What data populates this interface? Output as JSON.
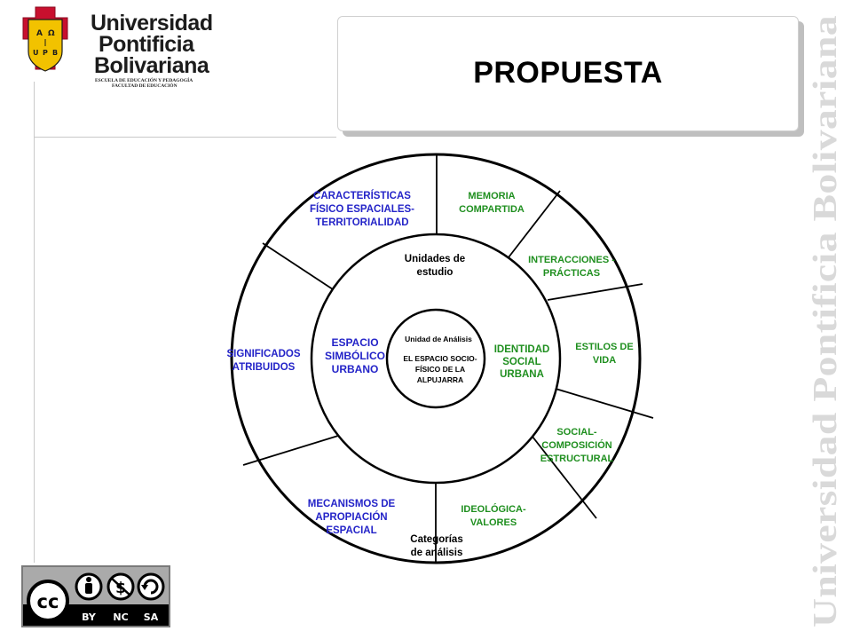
{
  "logo": {
    "shield_letters": [
      "A",
      "Ω",
      "U",
      "P",
      "B"
    ],
    "line1": "Universidad",
    "line2": "Pontificia",
    "line3": "Bolivariana",
    "sub1": "ESCUELA DE EDUCACIÓN Y PEDAGOGÍA",
    "sub2": "FACULTAD DE EDUCACIÓN"
  },
  "title": "PROPUESTA",
  "watermark": "Universidad Pontificia Bolivariana",
  "diagram": {
    "inner": {
      "heading": "Unidad de Análisis",
      "line1": "EL ESPACIO SOCIO-",
      "line2": "FÍSICO DE LA",
      "line3": "ALPUJARRA"
    },
    "middle": {
      "top_line1": "Unidades de",
      "top_line2": "estudio",
      "left_line1": "ESPACIO",
      "left_line2": "SIMBÓLICO",
      "left_line3": "URBANO",
      "right_line1": "IDENTIDAD",
      "right_line2": "SOCIAL",
      "right_line3": "URBANA"
    },
    "outer_blue": {
      "caract_line1": "CARACTERÍSTICAS",
      "caract_line2": "FÍSICO ESPACIALES-",
      "caract_line3": "TERRITORIALIDAD",
      "signif_line1": "SIGNIFICADOS",
      "signif_line2": "ATRIBUIDOS",
      "mecan_line1": "MECANISMOS DE",
      "mecan_line2": "APROPIACIÓN",
      "mecan_line3": "ESPACIAL"
    },
    "outer_green": {
      "memoria_line1": "MEMORIA",
      "memoria_line2": "COMPARTIDA",
      "inter_line1": "INTERACCIONES -",
      "inter_line2": "PRÁCTICAS",
      "estilos_line1": "ESTILOS DE",
      "estilos_line2": "VIDA",
      "social_line1": "SOCIAL-",
      "social_line2": "COMPOSICIÓN",
      "social_line3": "ESTRUCTURAL",
      "ideo_line1": "IDEOLÓGICA-",
      "ideo_line2": "VALORES"
    },
    "bottom_line1": "Categorías",
    "bottom_line2": "de análisis",
    "colors": {
      "blue": "#2424c8",
      "green": "#1f8f1f",
      "black": "#000000"
    }
  },
  "license": {
    "cc": "cc",
    "labels": [
      "BY",
      "NC",
      "SA"
    ]
  }
}
